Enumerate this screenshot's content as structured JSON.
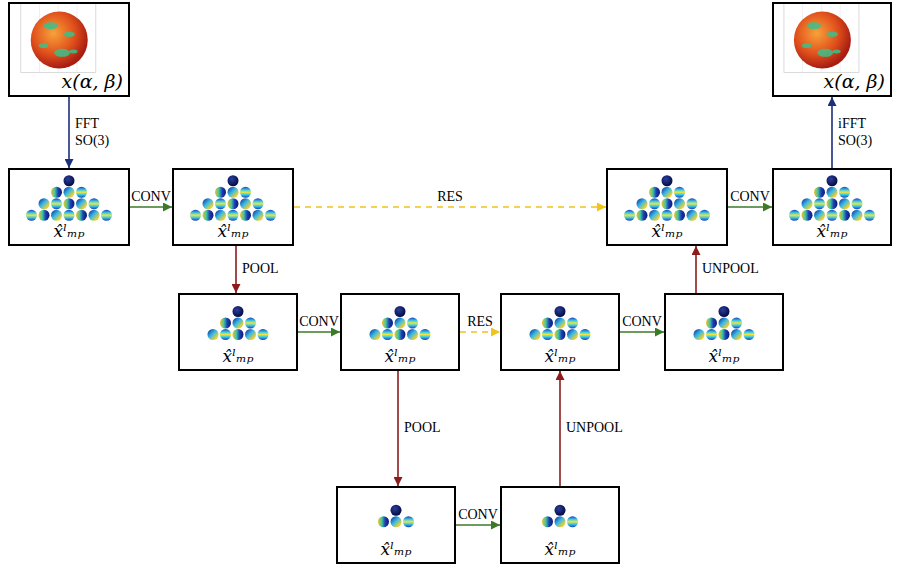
{
  "diagram": {
    "nodes": [
      {
        "text": [
          "x(α, β)"
        ]
      },
      {
        "text": [
          "x̂ˡₘₚ"
        ]
      },
      {
        "text": [
          "x̂ˡₘₚ"
        ]
      },
      {
        "text": [
          "x̂ˡₘₚ"
        ]
      },
      {
        "text": [
          "x̂ˡₘₚ"
        ]
      },
      {
        "text": [
          "x(α, β)"
        ]
      },
      {
        "text": [
          "x̂ˡₘₚ"
        ]
      },
      {
        "text": [
          "x̂ˡₘₚ"
        ]
      },
      {
        "text": [
          "x̂ˡₘₚ"
        ]
      },
      {
        "text": [
          "x̂ˡₘₚ"
        ]
      },
      {
        "text": [
          "x̂ˡₘₚ"
        ]
      },
      {
        "text": [
          "x̂ˡₘₚ"
        ]
      }
    ],
    "edges": [
      {
        "from": 0,
        "to": 1,
        "label": "FFT SO(3)",
        "arrow": "to"
      },
      {
        "from": 1,
        "to": 2,
        "label": "CONV",
        "arrow": "to"
      },
      {
        "from": 2,
        "to": 3,
        "label": "RES",
        "arrow": "to"
      },
      {
        "from": 3,
        "to": 4,
        "label": "CONV",
        "arrow": "to"
      },
      {
        "from": 4,
        "to": 5,
        "label": "iFFT SO(3)",
        "arrow": "to"
      },
      {
        "from": 2,
        "to": 6,
        "label": "POOL",
        "arrow": "to"
      },
      {
        "from": 6,
        "to": 7,
        "label": "CONV",
        "arrow": "to"
      },
      {
        "from": 7,
        "to": 8,
        "label": "RES",
        "arrow": "to"
      },
      {
        "from": 8,
        "to": 9,
        "label": "CONV",
        "arrow": "to"
      },
      {
        "from": 9,
        "to": 3,
        "label": "UNPOOL",
        "arrow": "to"
      },
      {
        "from": 7,
        "to": 10,
        "label": "POOL",
        "arrow": "to"
      },
      {
        "from": 10,
        "to": 11,
        "label": "CONV",
        "arrow": "to"
      },
      {
        "from": 11,
        "to": 8,
        "label": "UNPOOL",
        "arrow": "to"
      }
    ]
  }
}
